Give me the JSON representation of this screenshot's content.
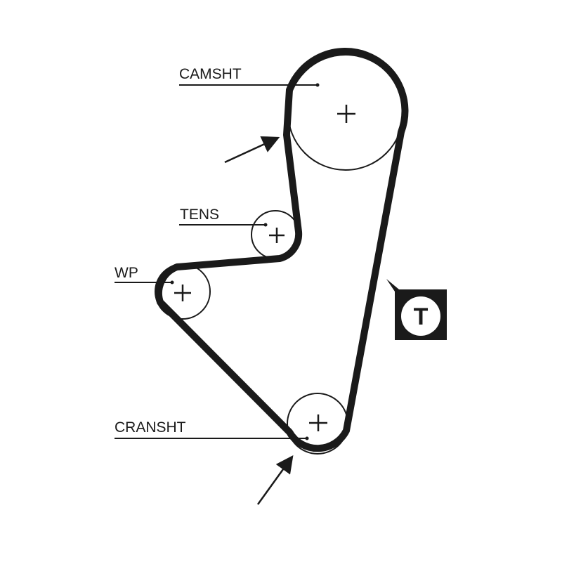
{
  "labels": {
    "camshaft": "CAMSHT",
    "tensioner": "TENS",
    "water_pump": "WP",
    "crankshaft": "CRANSHT"
  },
  "tension_marker": {
    "letter": "T",
    "icon": "tension-point-icon"
  },
  "rotation_arrows": {
    "icon": "arrow-icon",
    "count": 2
  },
  "colors": {
    "ink": "#1a1a1a",
    "background": "#ffffff"
  }
}
